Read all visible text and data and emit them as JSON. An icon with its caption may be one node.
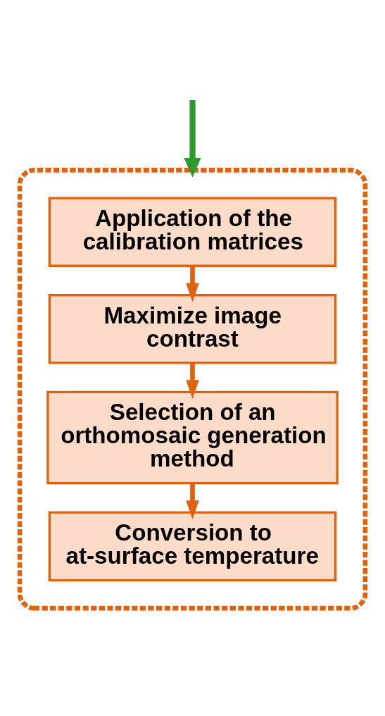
{
  "diagram": {
    "nodes": [
      {
        "text": [],
        "shape": "box"
      },
      {
        "text": [
          "Application of the calibration matrices"
        ],
        "in": 0
      },
      {
        "text": [
          "Maximize image contrast"
        ],
        "in": 0
      },
      {
        "text": [
          "Selection of an orthomosaic generation method"
        ],
        "in": 0
      },
      {
        "text": [
          "Conversion to at-surface temperature"
        ],
        "in": 0
      }
    ],
    "edges": [
      {
        "from": null,
        "to": 0,
        "arrow": "to",
        "color": "#2e9a2e"
      },
      {
        "from": 1,
        "to": 2,
        "arrow": "to"
      },
      {
        "from": 2,
        "to": 3,
        "arrow": "to"
      },
      {
        "from": 3,
        "to": 4,
        "arrow": "to"
      }
    ]
  }
}
